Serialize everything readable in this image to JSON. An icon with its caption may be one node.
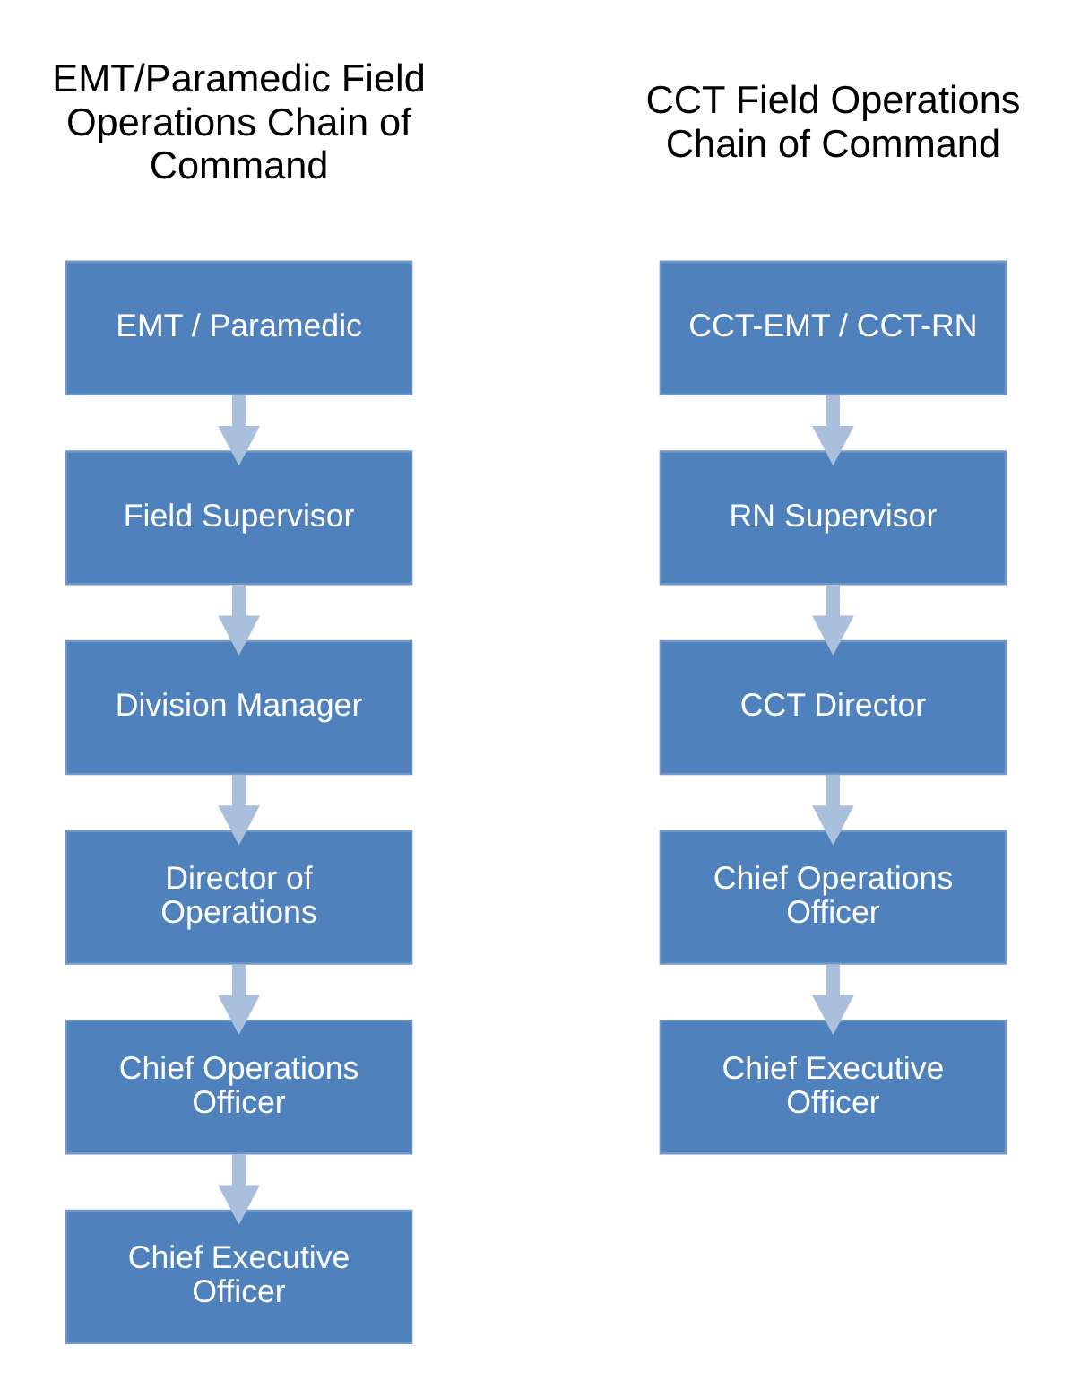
{
  "diagram": {
    "nodes": [
      {
        "text": [
          "EMT / Paramedic"
        ]
      },
      {
        "text": [
          "Field Supervisor"
        ]
      },
      {
        "text": [
          "Division Manager"
        ]
      },
      {
        "text": [
          "Director of Operations"
        ]
      },
      {
        "text": [
          "Chief Operations Officer"
        ]
      },
      {
        "text": [
          "Chief Executive Officer"
        ]
      },
      {
        "text": [
          "CCT-EMT / CCT-RN"
        ]
      },
      {
        "text": [
          "RN Supervisor"
        ]
      },
      {
        "text": [
          "CCT Director"
        ]
      },
      {
        "text": [
          "Chief Operations Officer"
        ]
      },
      {
        "text": [
          "Chief Executive Officer"
        ]
      }
    ],
    "edges": [
      {
        "from": 0,
        "to": 1,
        "arrow": "to"
      },
      {
        "from": 1,
        "to": 2,
        "arrow": "to"
      },
      {
        "from": 2,
        "to": 3,
        "arrow": "to"
      },
      {
        "from": 3,
        "to": 4,
        "arrow": "to"
      },
      {
        "from": 4,
        "to": 5,
        "arrow": "to"
      },
      {
        "from": 6,
        "to": 7,
        "arrow": "to"
      },
      {
        "from": 7,
        "to": 8,
        "arrow": "to"
      },
      {
        "from": 8,
        "to": 9,
        "arrow": "to"
      },
      {
        "from": 9,
        "to": 10,
        "arrow": "to"
      }
    ],
    "labels": [
      "EMT/Paramedic Field Operations Chain of Command",
      "CCT Field Operations Chain of Command"
    ]
  }
}
